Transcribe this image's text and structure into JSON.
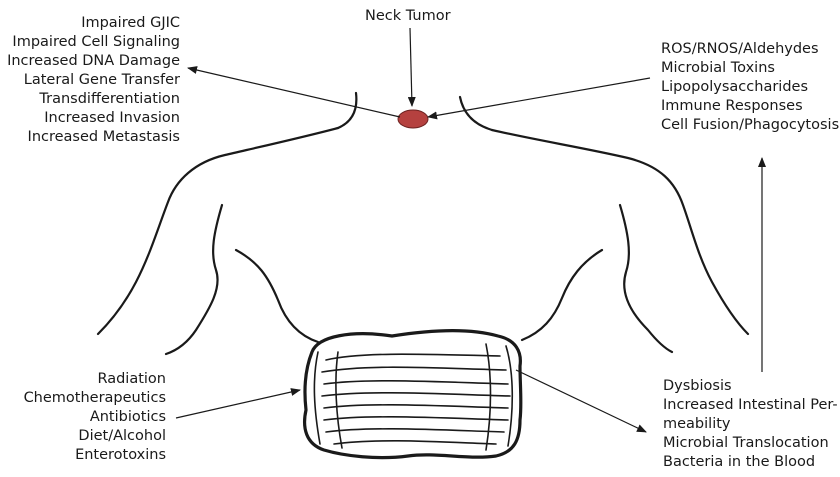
{
  "tumor": {
    "label": "Neck Tumor",
    "color": "#b5413f"
  },
  "neck_effects": [
    "Impaired GJIC",
    "Impaired Cell Signaling",
    "Increased DNA Damage",
    "Lateral Gene Transfer",
    "Transdifferentiation",
    "Increased Invasion",
    "Increased Metastasis"
  ],
  "tumor_drivers": [
    "ROS/RNOS/Aldehydes",
    "Microbial Toxins",
    "Lipopolysaccharides",
    "Immune Responses",
    "Cell Fusion/Phagocytosis"
  ],
  "gut_causes": [
    "Radiation",
    "Chemotherapeutics",
    "Antibiotics",
    "Diet/Alcohol",
    "Enterotoxins"
  ],
  "gut_effects": [
    "Dysbiosis",
    "Increased Intestinal Per-",
    "meability",
    "Microbial Translocation",
    "Bacteria in the Blood"
  ]
}
